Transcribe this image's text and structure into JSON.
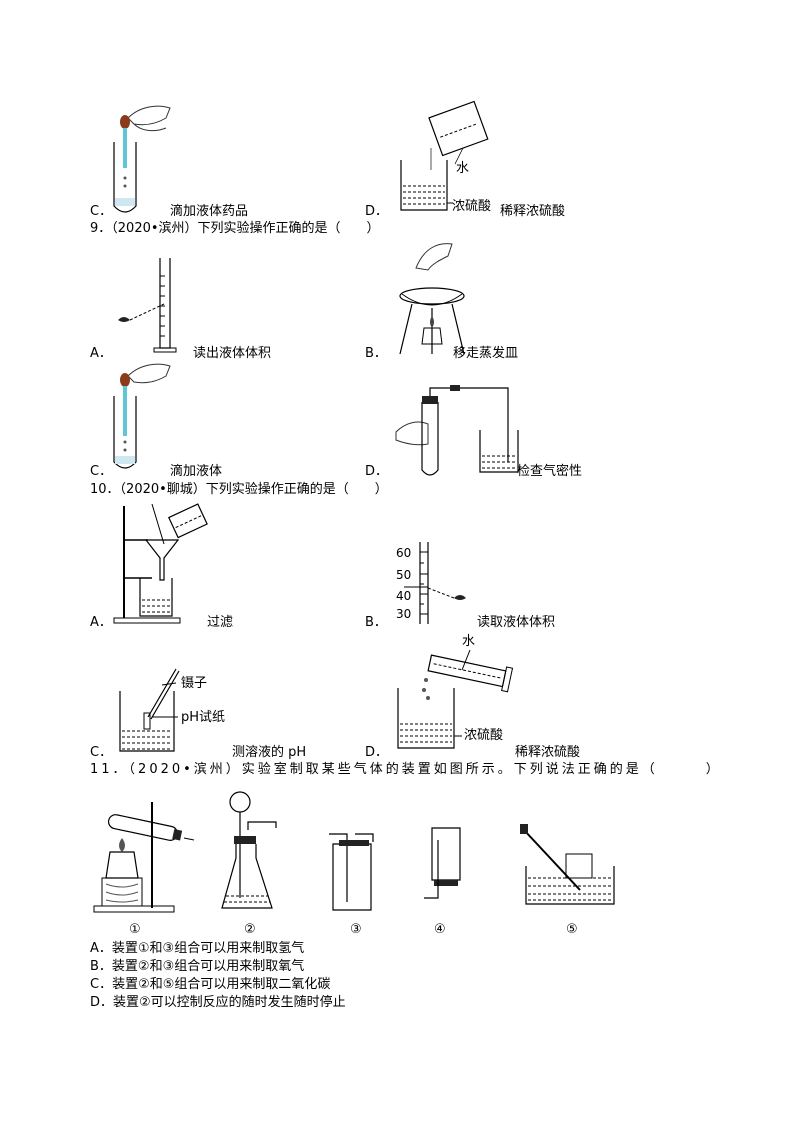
{
  "q8": {
    "c": {
      "letter": "C．",
      "caption": "滴加液体药品"
    },
    "d": {
      "letter": "D．",
      "water": "水",
      "acid": "浓硫酸",
      "caption": "稀释浓硫酸"
    }
  },
  "q9": {
    "stem": "9．（2020•滨州）下列实验操作正确的是（　　）",
    "a": {
      "letter": "A．",
      "caption": "读出液体体积"
    },
    "b": {
      "letter": "B．",
      "caption": "移走蒸发皿"
    },
    "c": {
      "letter": "C．",
      "caption": "滴加液体"
    },
    "d": {
      "letter": "D．",
      "caption": "检查气密性"
    }
  },
  "q10": {
    "stem": "10．（2020•聊城）下列实验操作正确的是（　　）",
    "a": {
      "letter": "A．",
      "caption": "过滤"
    },
    "b": {
      "letter": "B．",
      "caption": "读取液体体积",
      "ticks": [
        "60",
        "50",
        "40",
        "30"
      ]
    },
    "c": {
      "letter": "C．",
      "tweezers": "镊子",
      "paper": "pH试纸",
      "caption": "测溶液的 pH"
    },
    "d": {
      "letter": "D．",
      "water": "水",
      "acid": "浓硫酸",
      "caption": "稀释浓硫酸"
    }
  },
  "q11": {
    "stem": "11．（2020•滨州）实验室制取某些气体的装置如图所示。下列说法正确的是（　　　）",
    "labels": [
      "①",
      "②",
      "③",
      "④",
      "⑤"
    ],
    "options": [
      "A．装置①和③组合可以用来制取氢气",
      "B．装置②和③组合可以用来制取氧气",
      "C．装置②和⑤组合可以用来制取二氧化碳",
      "D．装置②可以控制反应的随时发生随时停止"
    ]
  }
}
